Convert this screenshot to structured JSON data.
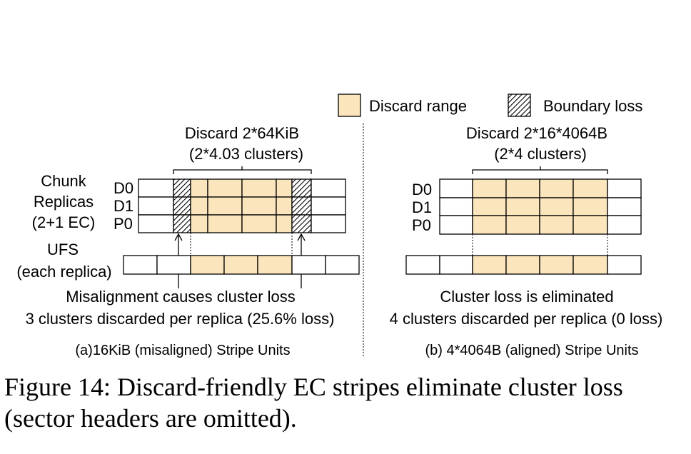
{
  "legend": {
    "discard_label": "Discard range",
    "boundary_label": "Boundary loss"
  },
  "colors": {
    "discard_fill": "#fbe5bd",
    "stroke": "#000000"
  },
  "panel_a": {
    "discard_line1": "Discard 2*64KiB",
    "discard_line2": "(2*4.03 clusters)",
    "chunk_line1": "Chunk",
    "chunk_line2": "Replicas",
    "chunk_line3": "(2+1 EC)",
    "row_d0": "D0",
    "row_d1": "D1",
    "row_p0": "P0",
    "ufs_line1": "UFS",
    "ufs_line2": "(each replica)",
    "note_line1": "Misalignment causes cluster loss",
    "note_line2": "3 clusters discarded per replica (25.6% loss)",
    "subcaption": "(a)16KiB (misaligned) Stripe Units"
  },
  "panel_b": {
    "discard_line1": "Discard 2*16*4064B",
    "discard_line2": "(2*4 clusters)",
    "row_d0": "D0",
    "row_d1": "D1",
    "row_p0": "P0",
    "note_line1": "Cluster loss is eliminated",
    "note_line2": "4 clusters discarded per replica (0 loss)",
    "subcaption": "(b) 4*4064B (aligned) Stripe Units"
  },
  "figure_caption": {
    "line1": "Figure 14:  Discard-friendly EC stripes eliminate cluster loss",
    "line2": "(sector headers are omitted)."
  }
}
